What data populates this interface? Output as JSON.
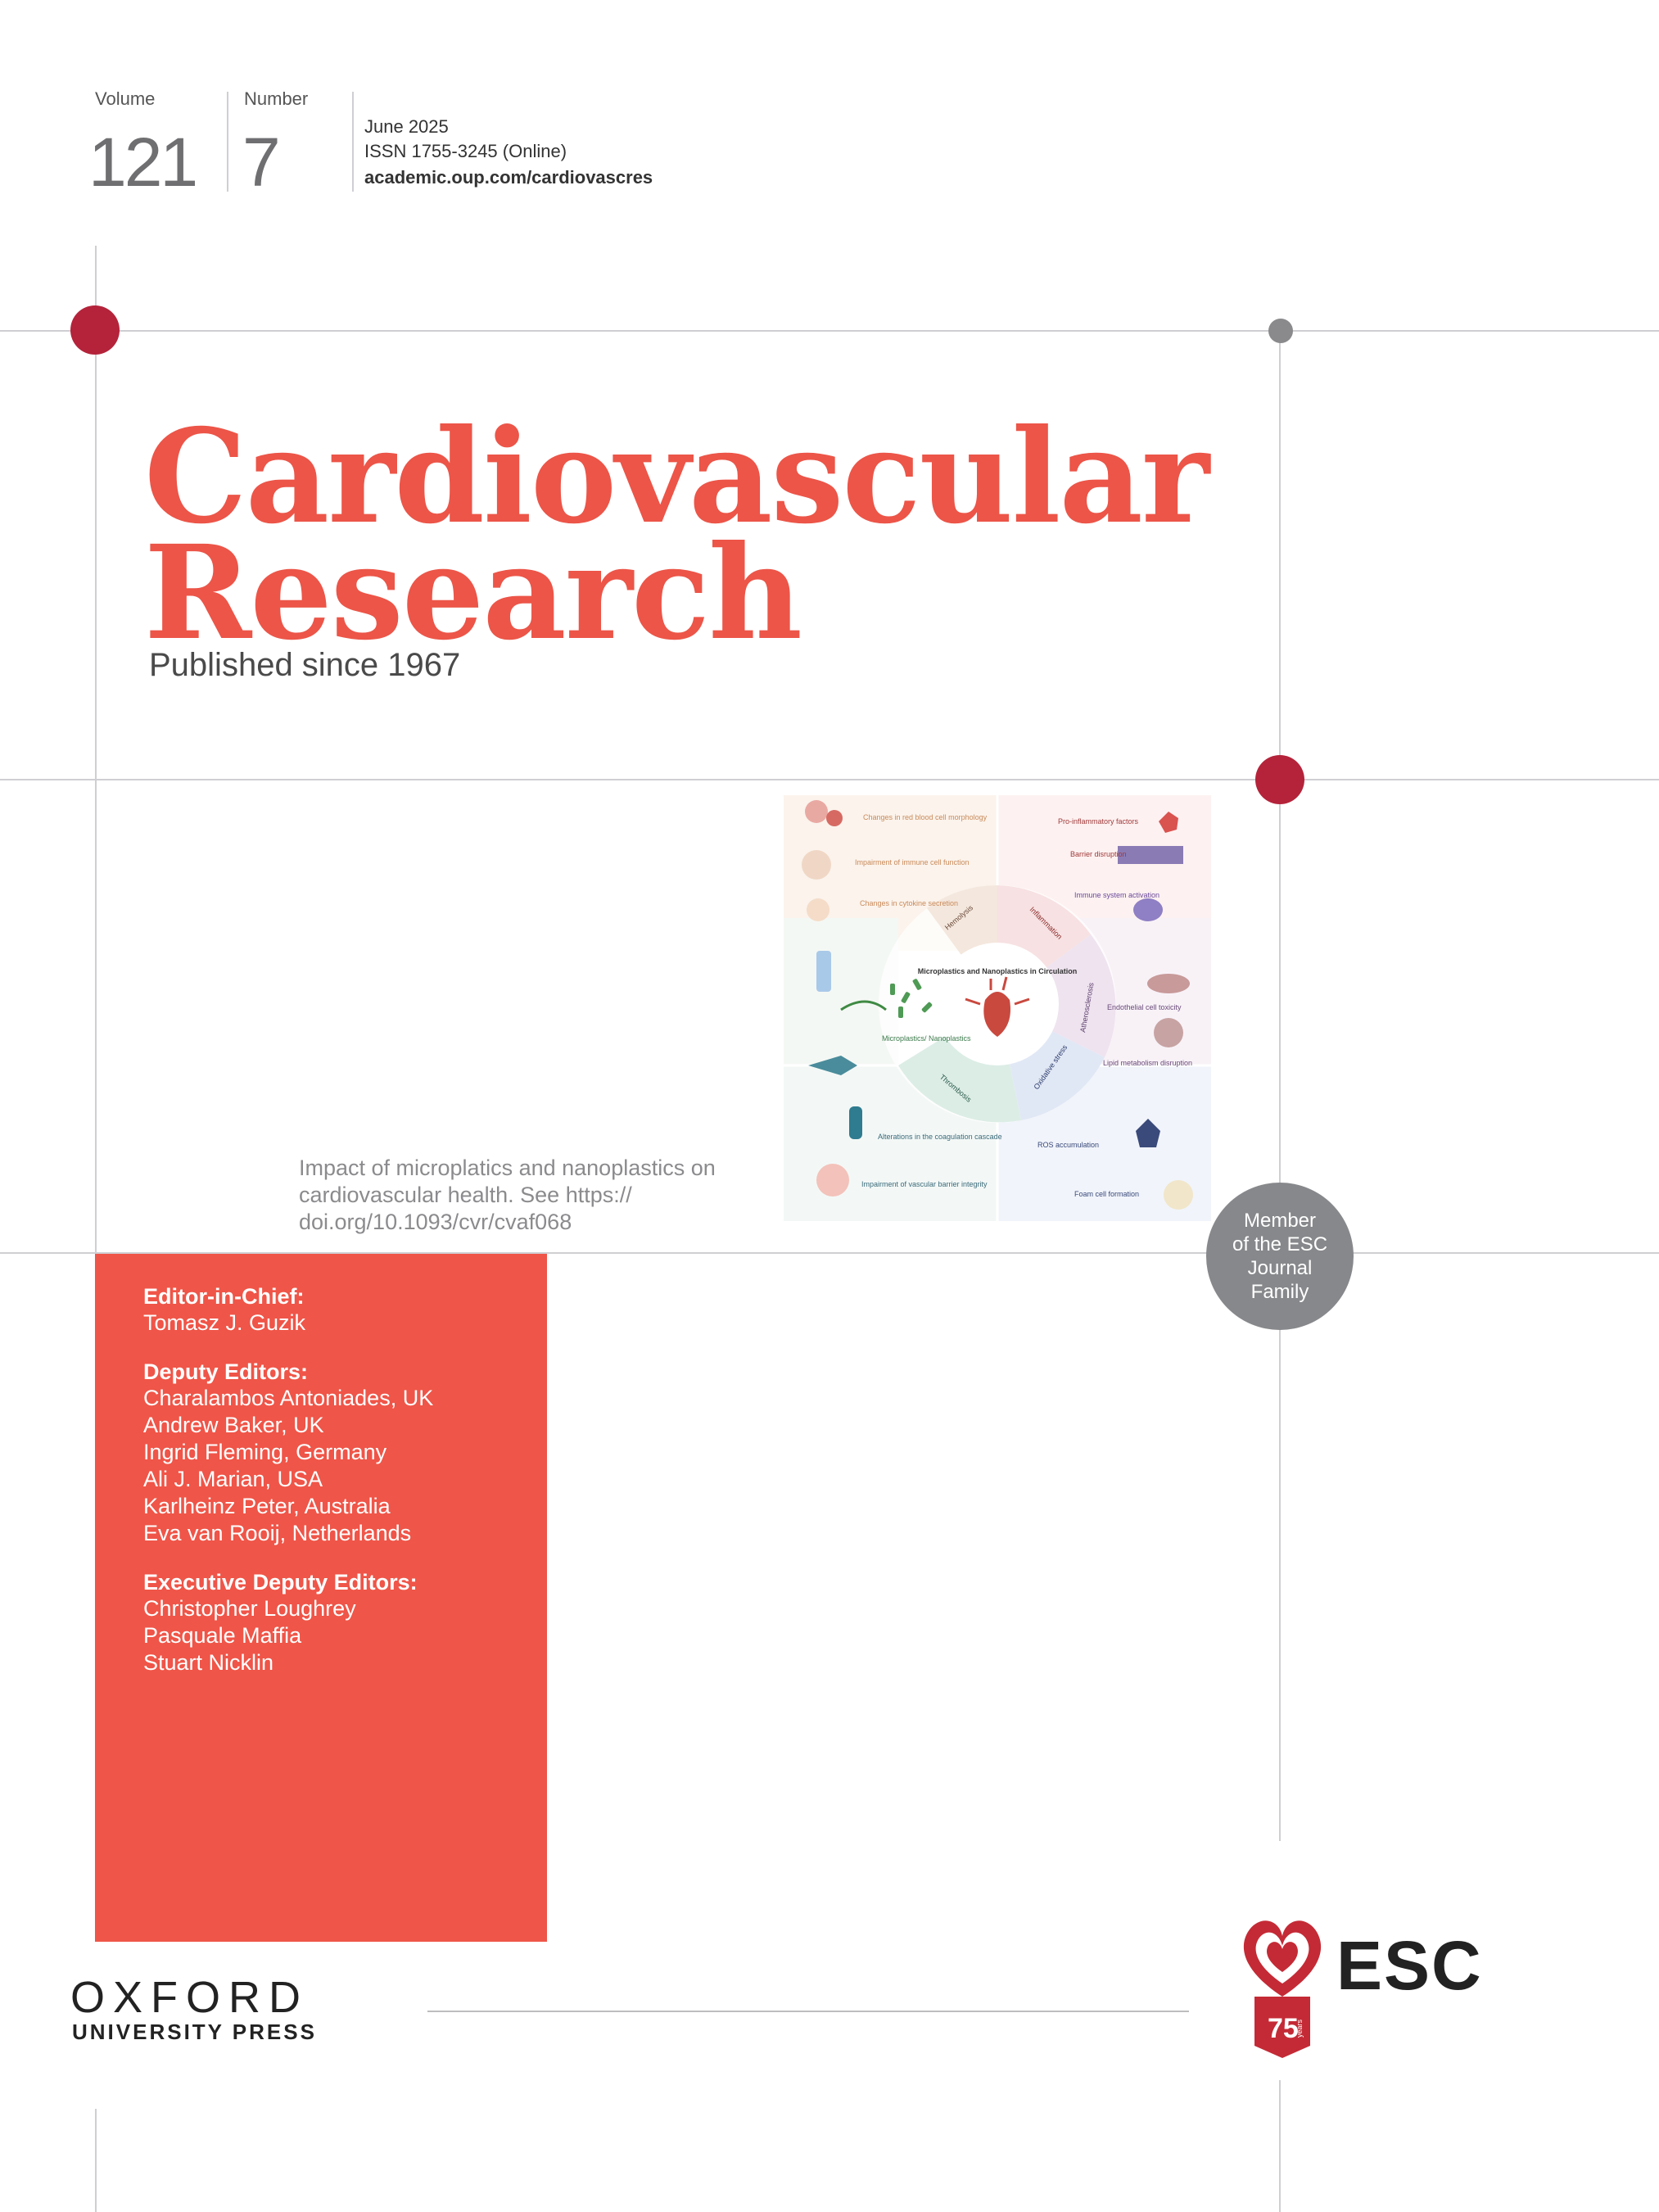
{
  "header": {
    "volume_label": "Volume",
    "volume": "121",
    "number_label": "Number",
    "number": "7",
    "date": "June 2025",
    "issn": "ISSN 1755-3245 (Online)",
    "url": "academic.oup.com/cardiovascres"
  },
  "journal": {
    "title_line1": "Cardiovascular",
    "title_line2": "Research",
    "subtitle": "Published since 1967"
  },
  "figure": {
    "center_title": "Microplastics and Nanoplastics in Circulation",
    "sectors": [
      "Hemolysis",
      "Inflammation",
      "Atherosclerosis",
      "Oxidative stress",
      "Thrombosis"
    ],
    "labels": {
      "rbc": "Changes in red blood cell morphology",
      "immune": "Impairment of immune cell function",
      "cytokine": "Changes in cytokine secretion",
      "proinflam": "Pro-inflammatory factors",
      "barrier": "Barrier disruption",
      "immune_act": "Immune system activation",
      "endothelial": "Endothelial cell toxicity",
      "lipid": "Lipid metabolism disruption",
      "ros": "ROS accumulation",
      "foam": "Foam cell formation",
      "coag": "Alterations in the coagulation cascade",
      "vascular": "Impairment of vascular barrier integrity",
      "mnp": "Microplastics/ Nanoplastics"
    }
  },
  "caption": {
    "line1": "Impact of microplatics and nanoplastics on",
    "line2": "cardiovascular health. See https://",
    "line3": "doi.org/10.1093/cvr/cvaf068"
  },
  "badge": {
    "line1": "Member",
    "line2": "of the ESC",
    "line3": "Journal",
    "line4": "Family"
  },
  "editors": {
    "eic_heading": "Editor-in-Chief:",
    "eic": [
      "Tomasz J. Guzik"
    ],
    "deputy_heading": "Deputy Editors:",
    "deputy": [
      "Charalambos Antoniades, UK",
      "Andrew Baker, UK",
      "Ingrid Fleming, Germany",
      "Ali J. Marian, USA",
      "Karlheinz Peter, Australia",
      "Eva van Rooij, Netherlands"
    ],
    "exec_heading": "Executive Deputy Editors:",
    "exec": [
      "Christopher Loughrey",
      "Pasquale Maffia",
      "Stuart Nicklin"
    ]
  },
  "publisher": {
    "line1": "OXFORD",
    "line2": "UNIVERSITY PRESS"
  },
  "esc": {
    "word": "ESC",
    "years": "75",
    "years_label": "years"
  },
  "colors": {
    "accent_red": "#ef5548",
    "dot_red": "#b4233a",
    "gray": "#87888b"
  }
}
